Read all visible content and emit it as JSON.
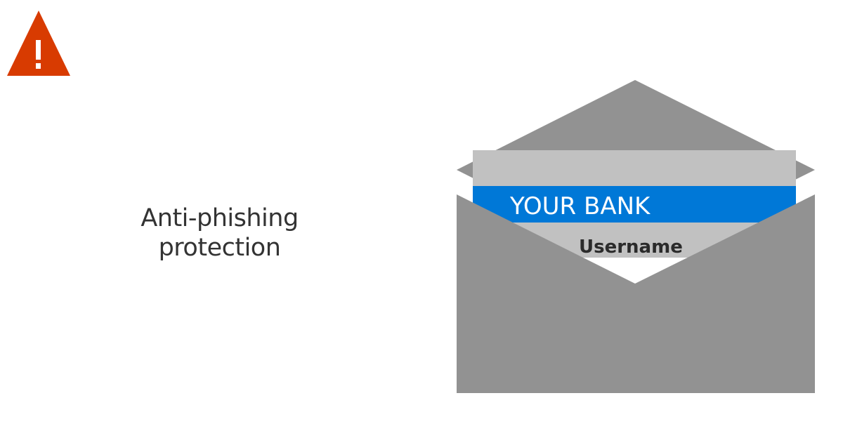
{
  "caption": {
    "line1": "Anti-phishing",
    "line2": "protection"
  },
  "warning": {
    "icon": "warning-triangle-icon",
    "color": "#D83B01"
  },
  "email": {
    "bank_name": "YOUR BANK",
    "field_label": "Username",
    "colors": {
      "envelope": "#929292",
      "card_gray": "#C1C1C1",
      "bank_blue": "#0078D7"
    }
  }
}
